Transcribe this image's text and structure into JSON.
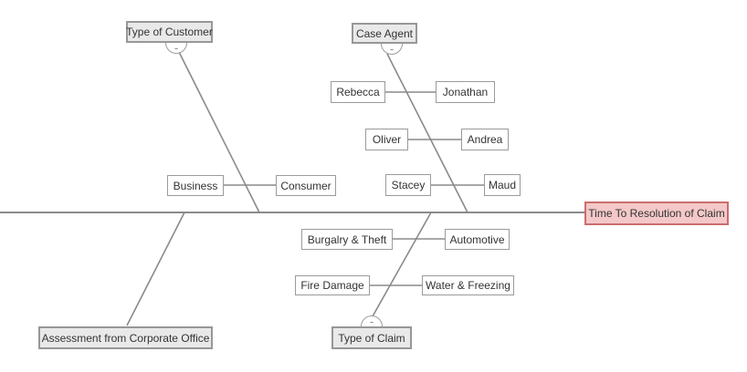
{
  "diagram_type": "fishbone-cause-and-effect",
  "colors": {
    "category_fill": "#e9e9e9",
    "category_border": "#979797",
    "leaf_fill": "#ffffff",
    "leaf_border": "#9b9b9b",
    "effect_fill": "#f4c8c8",
    "effect_border": "#cb6d6d",
    "line": "#8a8a8a",
    "text": "#333333"
  },
  "effect": {
    "label": "Time To Resolution of Claim"
  },
  "branches": {
    "type_of_customer": {
      "label": "Type of Customer",
      "collapse_glyph": "-",
      "pairs": [
        {
          "left": "Business",
          "right": "Consumer"
        }
      ]
    },
    "case_agent": {
      "label": "Case Agent",
      "collapse_glyph": "-",
      "pairs": [
        {
          "left": "Rebecca",
          "right": "Jonathan"
        },
        {
          "left": "Oliver",
          "right": "Andrea"
        },
        {
          "left": "Stacey",
          "right": "Maud"
        }
      ]
    },
    "assessment_from_corporate_office": {
      "label": "Assessment from Corporate Office",
      "pairs": []
    },
    "type_of_claim": {
      "label": "Type of Claim",
      "collapse_glyph": "-",
      "pairs": [
        {
          "left": "Burgalry & Theft",
          "right": "Automotive"
        },
        {
          "left": "Fire Damage",
          "right": "Water & Freezing"
        }
      ]
    }
  }
}
